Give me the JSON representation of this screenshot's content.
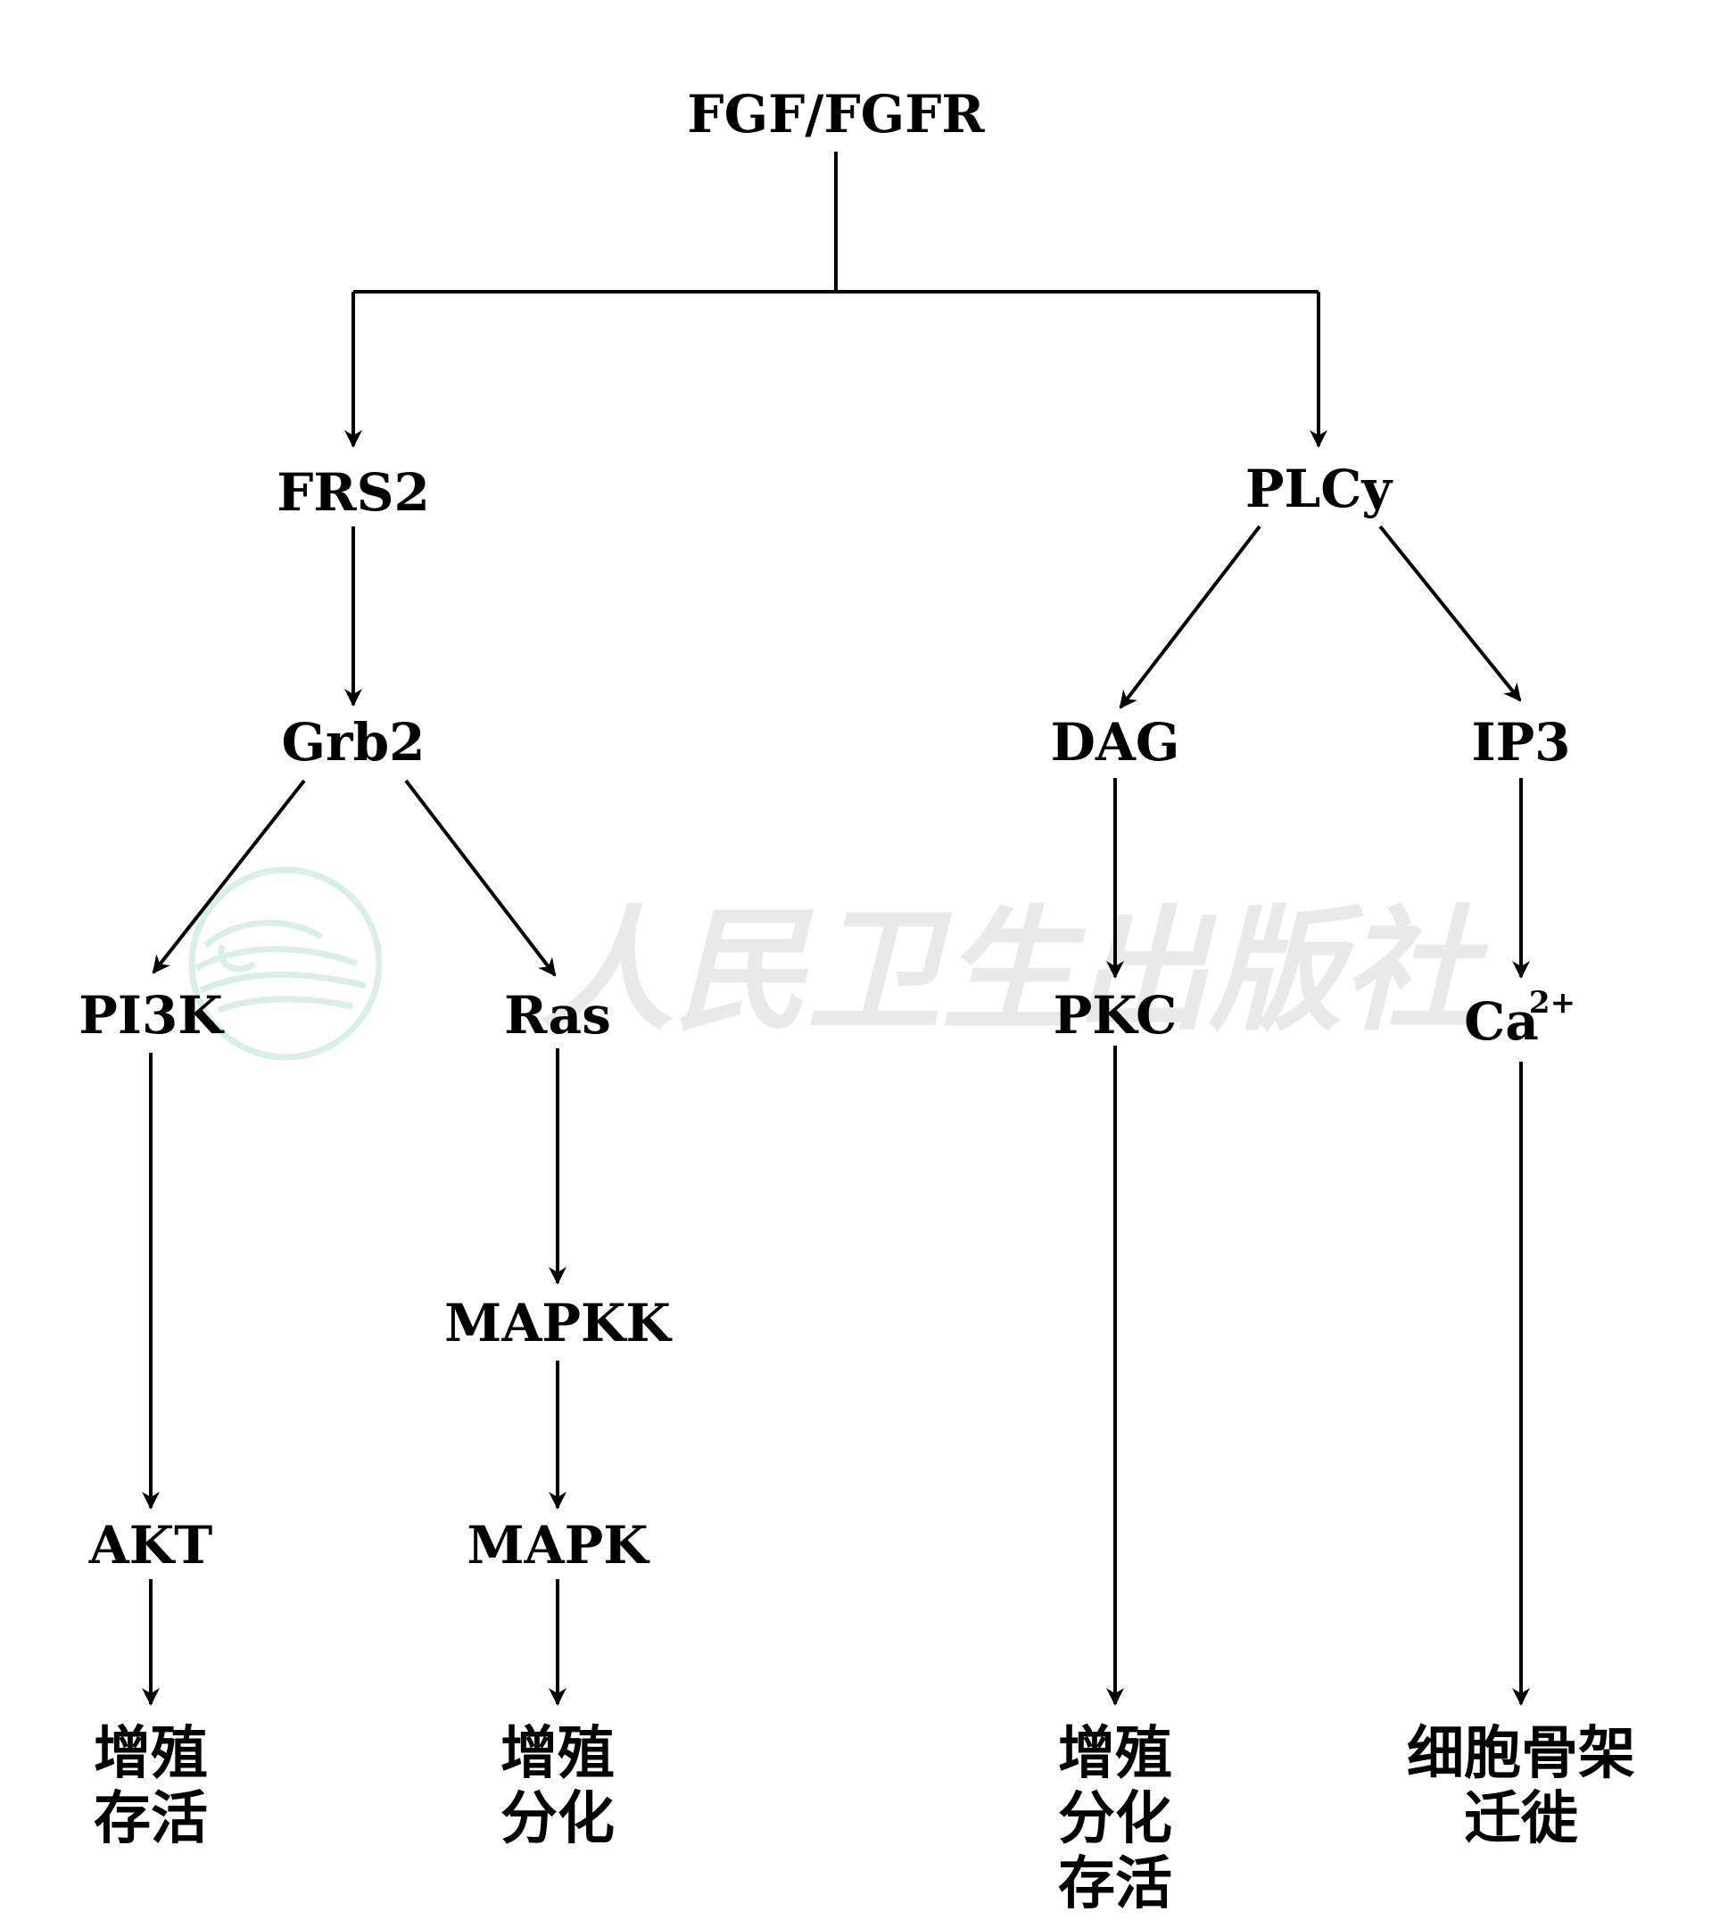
{
  "nodes": {
    "fgf_fgfr": "FGF/FGFR",
    "frs2": "FRS2",
    "plcy": "PLCy",
    "grb2": "Grb2",
    "dag": "DAG",
    "ip3": "IP3",
    "pi3k": "PI3K",
    "ras": "Ras",
    "pkc": "PKC",
    "ca_base": "Ca",
    "ca_charge": "2+",
    "mapkk": "MAPKK",
    "akt": "AKT",
    "mapk": "MAPK"
  },
  "outcomes": {
    "akt_line1": "增殖",
    "akt_line2": "存活",
    "mapk_line1": "增殖",
    "mapk_line2": "分化",
    "pkc_line1": "增殖",
    "pkc_line2": "分化",
    "pkc_line3": "存活",
    "ca_line1": "细胞骨架",
    "ca_line2": "迁徙"
  },
  "watermark": "人民卫生出版社",
  "colors": {
    "ink": "#000000",
    "watermark_text": "#e9e9e9",
    "watermark_logo": "#d8efe9"
  }
}
